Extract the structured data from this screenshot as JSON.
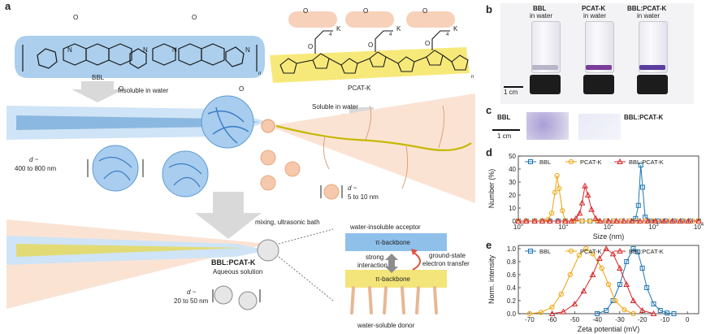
{
  "panels": {
    "a": "a",
    "b": "b",
    "c": "c",
    "d": "d",
    "e": "e"
  },
  "panel_a": {
    "bbl_name": "BBL",
    "insoluble": "Insoluble in water",
    "pcatk_name": "PCAT-K",
    "soluble": "Soluble in water",
    "size_bbl_d": "d ~",
    "size_bbl_range": "400 to 800 nm",
    "size_pcatk_d": "d ~",
    "size_pcatk_range": "5 to 10 nm",
    "mixing": "mixing, ultrasonic bath",
    "blend_name": "BBL:PCAT-K",
    "blend_sub": "Aqueous solution",
    "size_blend_d": "d ~",
    "size_blend_range": "20 to 50 nm",
    "acceptor": "water-insoluble acceptor",
    "donor": "water-soluble donor",
    "pi_top": "π-backbone",
    "pi_bottom": "π-backbone",
    "strong1": "strong",
    "strong2": "interaction",
    "gs1": "ground-state",
    "gs2": "electron transfer",
    "chem_o": "O",
    "chem_n": "N",
    "chem_k": "K",
    "chem_n_sub": "n",
    "chem_4": "4"
  },
  "panel_b": {
    "vials": [
      {
        "name": "BBL",
        "sub": "in water",
        "color": "#b9b4c8"
      },
      {
        "name": "PCAT-K",
        "sub": "in water",
        "color": "#7a3d9a"
      },
      {
        "name": "BBL:PCAT-K",
        "sub": "in water",
        "color": "#5a3e9e"
      }
    ],
    "scale": "1 cm"
  },
  "panel_c": {
    "left_label": "BBL",
    "right_label": "BBL:PCAT-K",
    "scale": "1 cm"
  },
  "colors": {
    "bbl": "#1f77b4",
    "pcatk": "#f0a30a",
    "blend": "#d62728",
    "bbl_fill": "#9cc7ea",
    "pcatk_fill": "#f3e24c",
    "halo": "#f6c9ad"
  },
  "chart_data": [
    {
      "type": "line",
      "panel": "d",
      "xlabel": "Size (nm)",
      "ylabel": "Number (%)",
      "xscale": "log",
      "xlim": [
        1,
        10000
      ],
      "ylim": [
        0,
        50
      ],
      "xticks": [
        "10^0",
        "10^1",
        "10^2",
        "10^3",
        "10^4"
      ],
      "yticks": [
        0,
        10,
        20,
        30,
        40,
        50
      ],
      "legend": "top",
      "series": [
        {
          "name": "BBL",
          "color": "#1f77b4",
          "marker": "square",
          "x": [
            1,
            1.5,
            2.3,
            3.4,
            5,
            7.6,
            11,
            17,
            26,
            39,
            58,
            87,
            130,
            190,
            290,
            400,
            460,
            520,
            570,
            650,
            860,
            1300,
            1900,
            2900,
            4400,
            6600,
            10000
          ],
          "y": [
            0,
            0,
            0,
            0,
            0,
            0,
            0,
            0,
            0,
            0,
            0,
            0,
            0,
            0,
            0,
            2,
            12,
            43,
            26,
            3,
            0,
            0,
            0,
            0,
            0,
            0,
            0
          ]
        },
        {
          "name": "PCAT-K",
          "color": "#f0a30a",
          "marker": "circle",
          "x": [
            1,
            1.5,
            2.3,
            3.4,
            4.5,
            5.5,
            6.5,
            7.2,
            8,
            9.5,
            11,
            17,
            26,
            39,
            58,
            87,
            130,
            190,
            290,
            430,
            650,
            980,
            1500,
            2200,
            3300,
            5000,
            7500,
            10000
          ],
          "y": [
            0,
            0,
            0,
            0,
            1,
            6,
            22,
            35,
            25,
            8,
            0,
            0,
            0,
            0,
            0,
            0,
            0,
            0,
            0,
            0,
            0,
            0,
            0,
            0,
            0,
            0,
            0,
            0
          ]
        },
        {
          "name": "BBL:PCAT-K",
          "color": "#d62728",
          "marker": "triangle",
          "x": [
            1,
            1.5,
            2.3,
            3.4,
            5,
            7.6,
            11,
            15,
            19,
            23,
            26,
            30,
            35,
            42,
            52,
            65,
            100,
            150,
            220,
            330,
            500,
            750,
            1100,
            1700,
            2600,
            3900,
            5900,
            10000
          ],
          "y": [
            0,
            0,
            0,
            0,
            0,
            0,
            0,
            0,
            2,
            6,
            14,
            27,
            20,
            9,
            2,
            0,
            0,
            0,
            0,
            0,
            0,
            0,
            0,
            0,
            0,
            0,
            0,
            0
          ]
        }
      ]
    },
    {
      "type": "line",
      "panel": "e",
      "xlabel": "Zeta potential (mV)",
      "ylabel": "Norm. intensity",
      "xlim": [
        -75,
        5
      ],
      "ylim": [
        0,
        1.05
      ],
      "xticks": [
        -70,
        -60,
        -50,
        -40,
        -30,
        -20,
        -10,
        0
      ],
      "yticks": [
        0.0,
        0.2,
        0.4,
        0.6,
        0.8,
        1.0
      ],
      "legend": "top",
      "series": [
        {
          "name": "BBL",
          "color": "#1f77b4",
          "marker": "square",
          "x": [
            -40,
            -36,
            -33,
            -30,
            -27,
            -24,
            -22,
            -20,
            -18,
            -15,
            -12,
            -9,
            -6
          ],
          "y": [
            0.0,
            0.05,
            0.2,
            0.45,
            0.8,
            1.0,
            0.95,
            0.7,
            0.4,
            0.15,
            0.05,
            0.01,
            0.0
          ]
        },
        {
          "name": "PCAT-K",
          "color": "#f0a30a",
          "marker": "circle",
          "x": [
            -70,
            -65,
            -60,
            -56,
            -52,
            -48,
            -45,
            -42,
            -38,
            -35,
            -32,
            -28,
            -24
          ],
          "y": [
            0.0,
            0.02,
            0.1,
            0.3,
            0.6,
            0.9,
            1.0,
            0.92,
            0.7,
            0.45,
            0.2,
            0.06,
            0.0
          ]
        },
        {
          "name": "BBL:PCAT-K",
          "color": "#d62728",
          "marker": "triangle",
          "x": [
            -60,
            -55,
            -50,
            -46,
            -42,
            -39,
            -36,
            -33,
            -30,
            -27,
            -24,
            -20,
            -15
          ],
          "y": [
            0.0,
            0.03,
            0.15,
            0.35,
            0.6,
            0.85,
            1.0,
            0.92,
            0.7,
            0.45,
            0.2,
            0.05,
            0.0
          ]
        }
      ]
    }
  ]
}
